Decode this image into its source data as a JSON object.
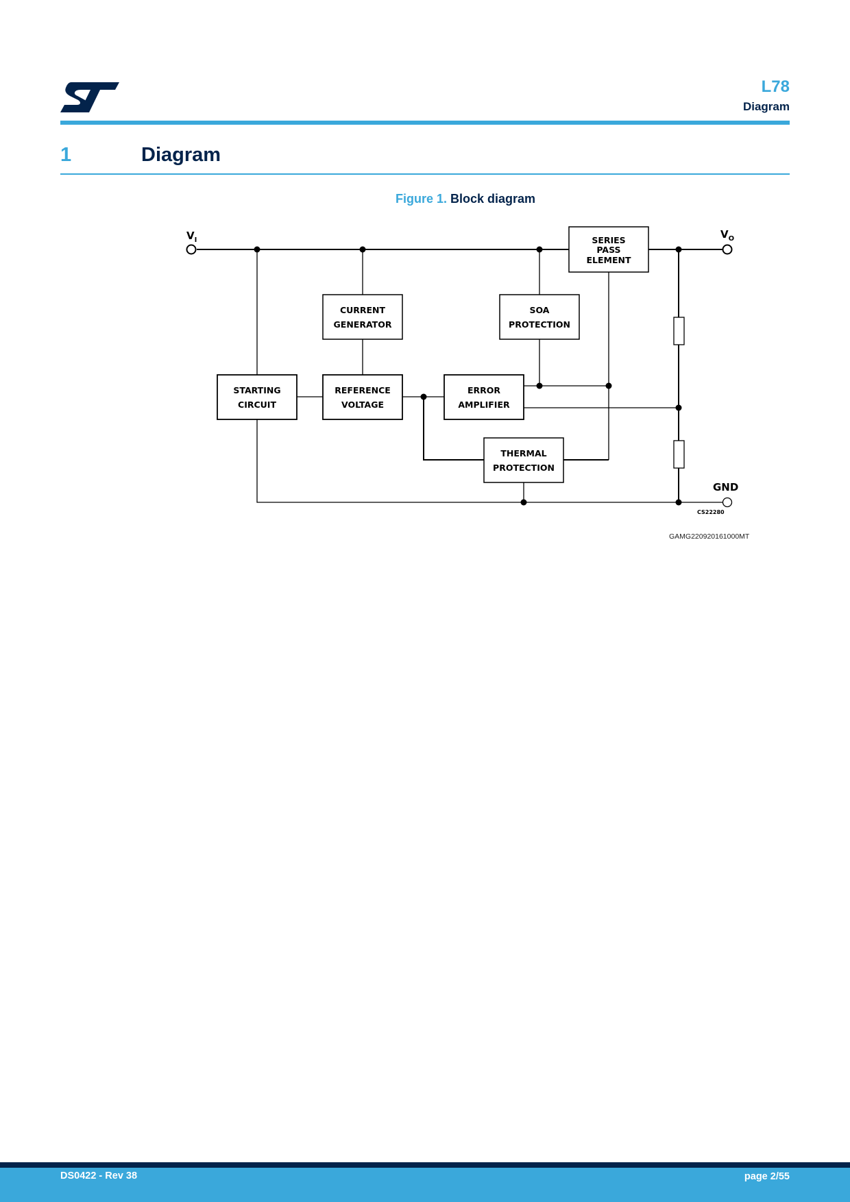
{
  "header": {
    "logo": "st-logo",
    "doc_title": "L78",
    "section_name": "Diagram"
  },
  "section": {
    "number": "1",
    "title": "Diagram"
  },
  "figure": {
    "number_label": "Figure 1.",
    "title": "Block diagram",
    "id": "GAMG220920161000MT",
    "drawing_ref": "CS22280",
    "terminals": {
      "vi": {
        "main": "V",
        "sub": "I"
      },
      "vo": {
        "main": "V",
        "sub": "O"
      },
      "gnd": "GND"
    },
    "blocks": {
      "series_pass": [
        "SERIES",
        "PASS",
        "ELEMENT"
      ],
      "current_generator": [
        "CURRENT",
        "GENERATOR"
      ],
      "soa_protection": [
        "SOA",
        "PROTECTION"
      ],
      "starting_circuit": [
        "STARTING",
        "CIRCUIT"
      ],
      "reference_voltage": [
        "REFERENCE",
        "VOLTAGE"
      ],
      "error_amplifier": [
        "ERROR",
        "AMPLIFIER"
      ],
      "thermal_protection": [
        "THERMAL",
        "PROTECTION"
      ]
    }
  },
  "footer": {
    "doc_rev": "DS0422 - Rev 38",
    "page": "page 2/55"
  }
}
